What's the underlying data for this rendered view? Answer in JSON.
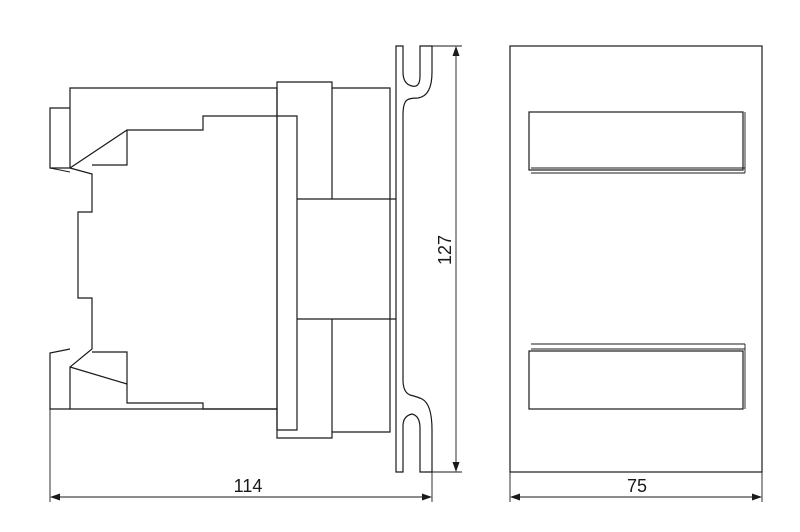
{
  "dimensions": {
    "depth": "114",
    "height": "127",
    "width": "75"
  },
  "colors": {
    "line": "#1a1a1a",
    "background": "#ffffff"
  }
}
